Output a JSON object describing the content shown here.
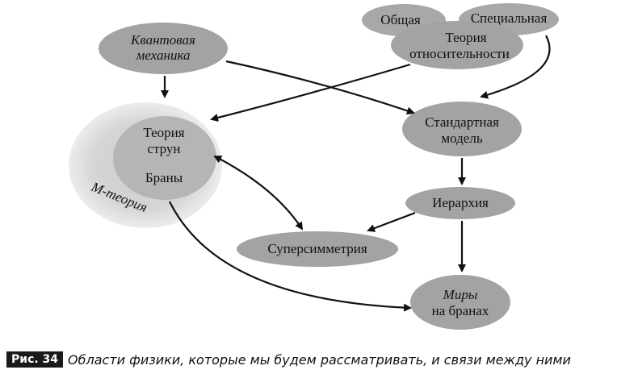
{
  "nodes": {
    "quantum": {
      "line1": "Квантовая",
      "line2": "механика"
    },
    "general": {
      "label": "Общая"
    },
    "special": {
      "label": "Специальная"
    },
    "relativity": {
      "line1": "Теория",
      "line2": "относительности"
    },
    "strings": {
      "line1": "Теория",
      "line2": "струн"
    },
    "branes": {
      "label": "Браны"
    },
    "mtheory": {
      "label": "М-теория"
    },
    "standard": {
      "line1": "Стандартная",
      "line2": "модель"
    },
    "hierarchy": {
      "label": "Иерархия"
    },
    "susy": {
      "label": "Суперсимметрия"
    },
    "worlds": {
      "line1": "Миры",
      "line2": "на бранах"
    }
  },
  "caption": {
    "badge": "Рис. 34",
    "text": "Области физики, которые мы будем рассматривать, и связи между ними"
  },
  "colors": {
    "node_fill": "#a3a3a3",
    "halo_fill": "#dcdcdc",
    "inner_fill": "#c2c2c2",
    "arrow": "#111111"
  }
}
